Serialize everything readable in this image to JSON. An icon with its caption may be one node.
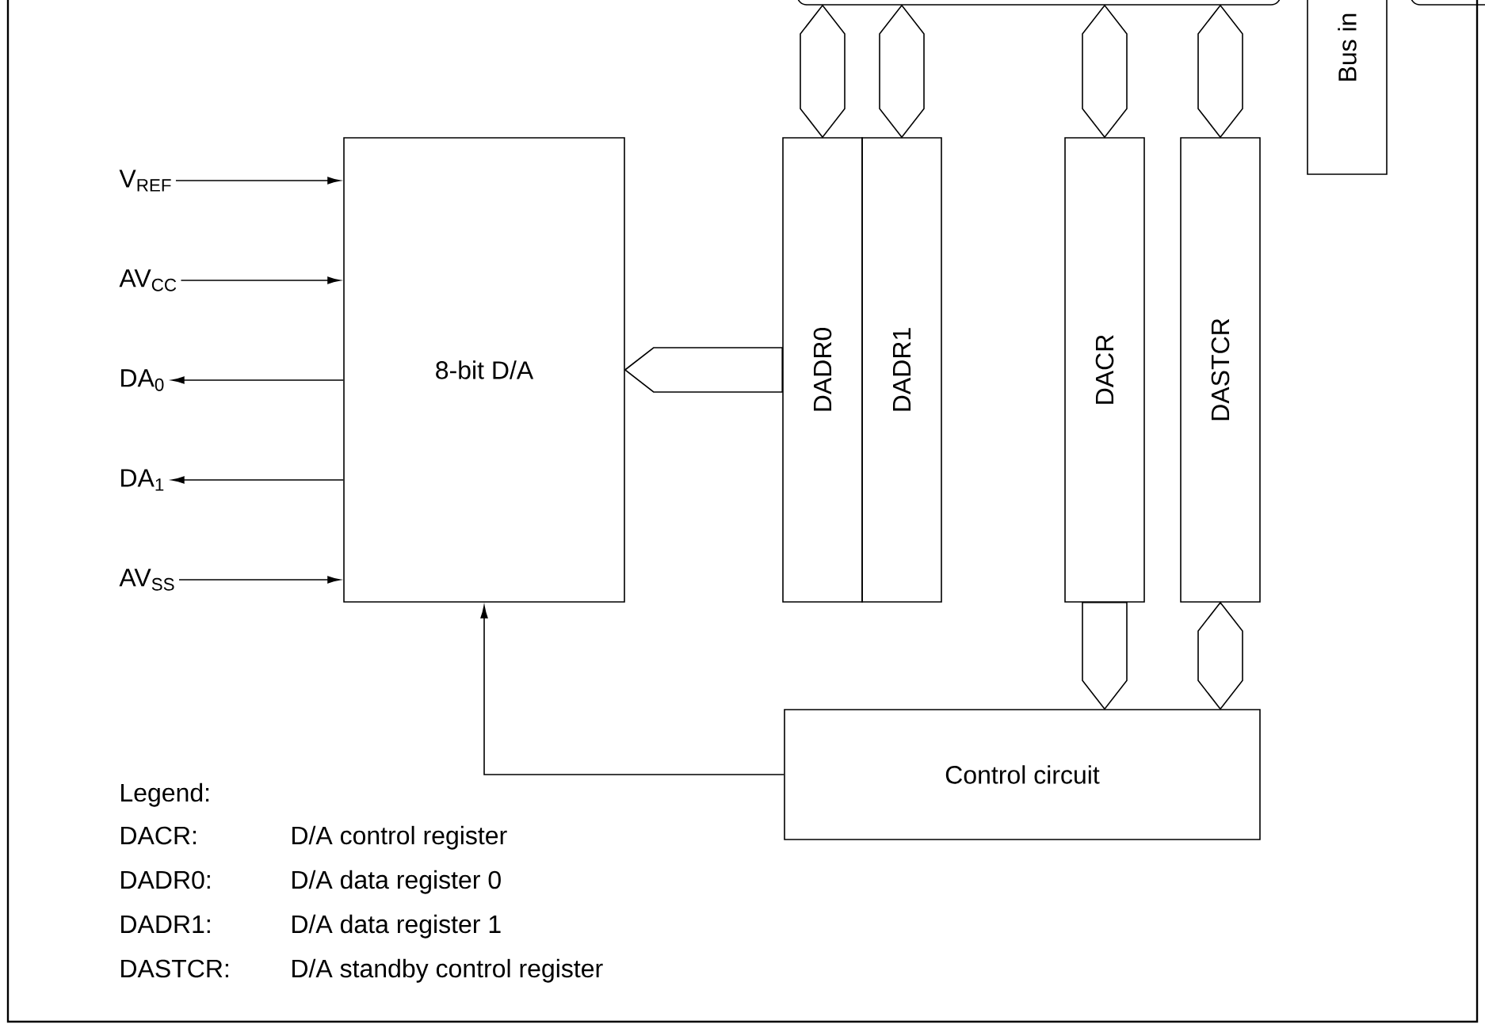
{
  "diagram": {
    "nodes": [
      {
        "text": [],
        "shape": "bar"
      },
      {
        "text": [
          "Bus in"
        ]
      },
      {
        "text": [],
        "shape": "bar"
      },
      {
        "text": [
          "8-bit D/A"
        ]
      },
      {
        "text": [
          "DADR0"
        ]
      },
      {
        "text": [
          "DADR1"
        ]
      },
      {
        "text": [
          "DACR"
        ]
      },
      {
        "text": [
          "DASTCR"
        ]
      },
      {
        "text": [
          "Control circuit"
        ]
      },
      {
        "text": [
          "V$_{REF}$"
        ]
      },
      {
        "text": [
          "AV$_{CC}$"
        ]
      },
      {
        "text": [
          "DA$_{0}$"
        ]
      },
      {
        "text": [
          "DA$_{1}$"
        ]
      },
      {
        "text": [
          "AV$_{SS}$"
        ]
      }
    ],
    "edges": [
      {
        "from": 9,
        "to": 3,
        "arrow": "to"
      },
      {
        "from": 10,
        "to": 3,
        "arrow": "to"
      },
      {
        "from": 3,
        "to": 11,
        "arrow": "to"
      },
      {
        "from": 3,
        "to": 12,
        "arrow": "to"
      },
      {
        "from": 13,
        "to": 3,
        "arrow": "to"
      },
      {
        "from": 0,
        "to": 4,
        "arrow": "both",
        "style": "thick"
      },
      {
        "from": 0,
        "to": 5,
        "arrow": "both",
        "style": "thick"
      },
      {
        "from": 0,
        "to": 6,
        "arrow": "both",
        "style": "thick"
      },
      {
        "from": 0,
        "to": 7,
        "arrow": "both",
        "style": "thick"
      },
      {
        "from": 4,
        "to": 3,
        "arrow": "to",
        "style": "thick"
      },
      {
        "from": 6,
        "to": 8,
        "arrow": "to",
        "style": "thick"
      },
      {
        "from": 7,
        "to": 8,
        "arrow": "both",
        "style": "thick"
      },
      {
        "from": 8,
        "to": 3,
        "arrow": "to"
      }
    ],
    "labels": [
      "Legend:",
      "DACR:",
      "D/A control register",
      "DADR0:",
      "D/A data register 0",
      "DADR1:",
      "D/A data register 1",
      "DASTCR:",
      "D/A standby control register"
    ]
  }
}
